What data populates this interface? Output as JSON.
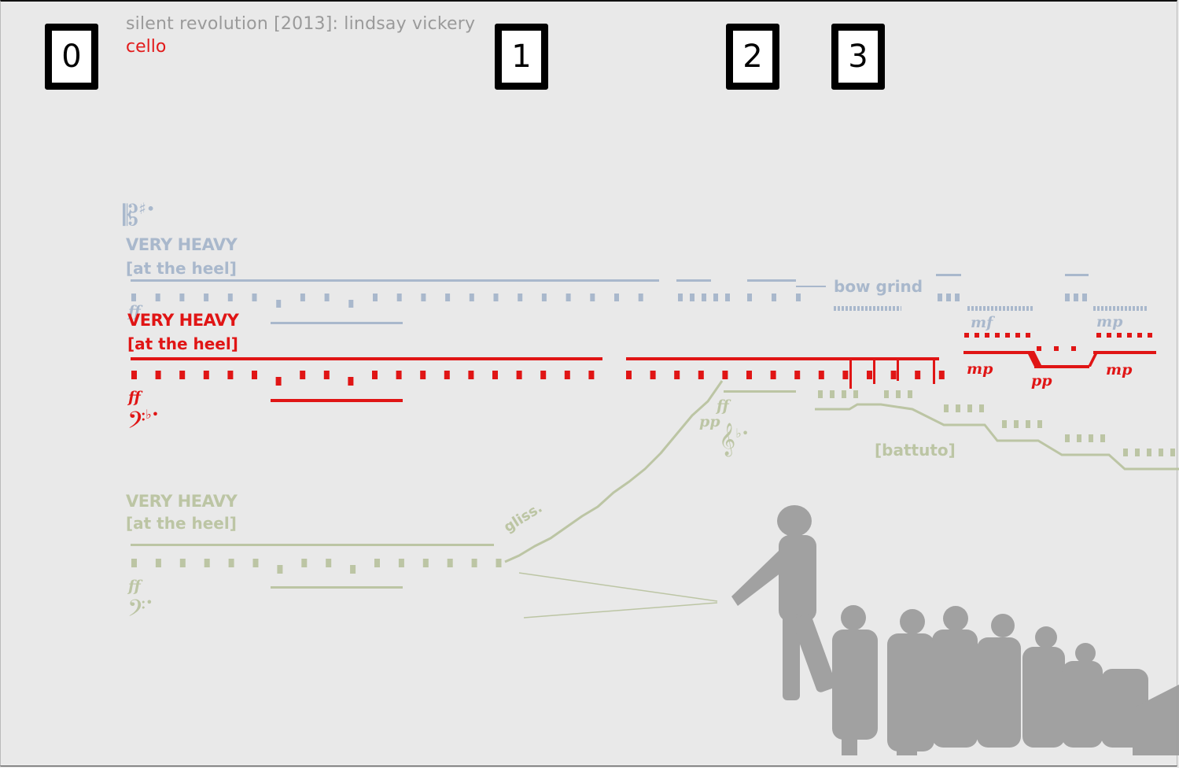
{
  "header": {
    "title": "silent revolution [2013]: lindsay vickery",
    "instrument": "cello"
  },
  "markers": [
    "0",
    "1",
    "2",
    "3"
  ],
  "colors": {
    "upper_staff": "#a9b8cc",
    "current_staff": "#e01515",
    "lower_staff": "#bcc5a4",
    "title_gray": "#9a9a9a",
    "image_gray": "#9d9d9d"
  },
  "staves": {
    "upper": {
      "label": "VERY HEAVY",
      "sub": "[at the heel]",
      "dynamic": "ff",
      "clef": "alto-clef",
      "annotation": "bow grind",
      "dyn_a": "mf",
      "dyn_b": "mp"
    },
    "current": {
      "label": "VERY HEAVY",
      "sub": "[at the heel]",
      "dynamic": "ff",
      "clef": "bass-clef",
      "dyn_a": "mp",
      "dyn_b": "pp",
      "dyn_c": "mp"
    },
    "lower": {
      "label": "VERY HEAVY",
      "sub": "[at the heel]",
      "dynamic": "ff",
      "clef": "bass-clef",
      "gliss": "gliss.",
      "dyn_ff": "ff",
      "dyn_pp": "pp",
      "battuto": "[battuto]",
      "treble_clef": "treble-clef"
    }
  },
  "image": {
    "subject": "riot police silhouette"
  }
}
